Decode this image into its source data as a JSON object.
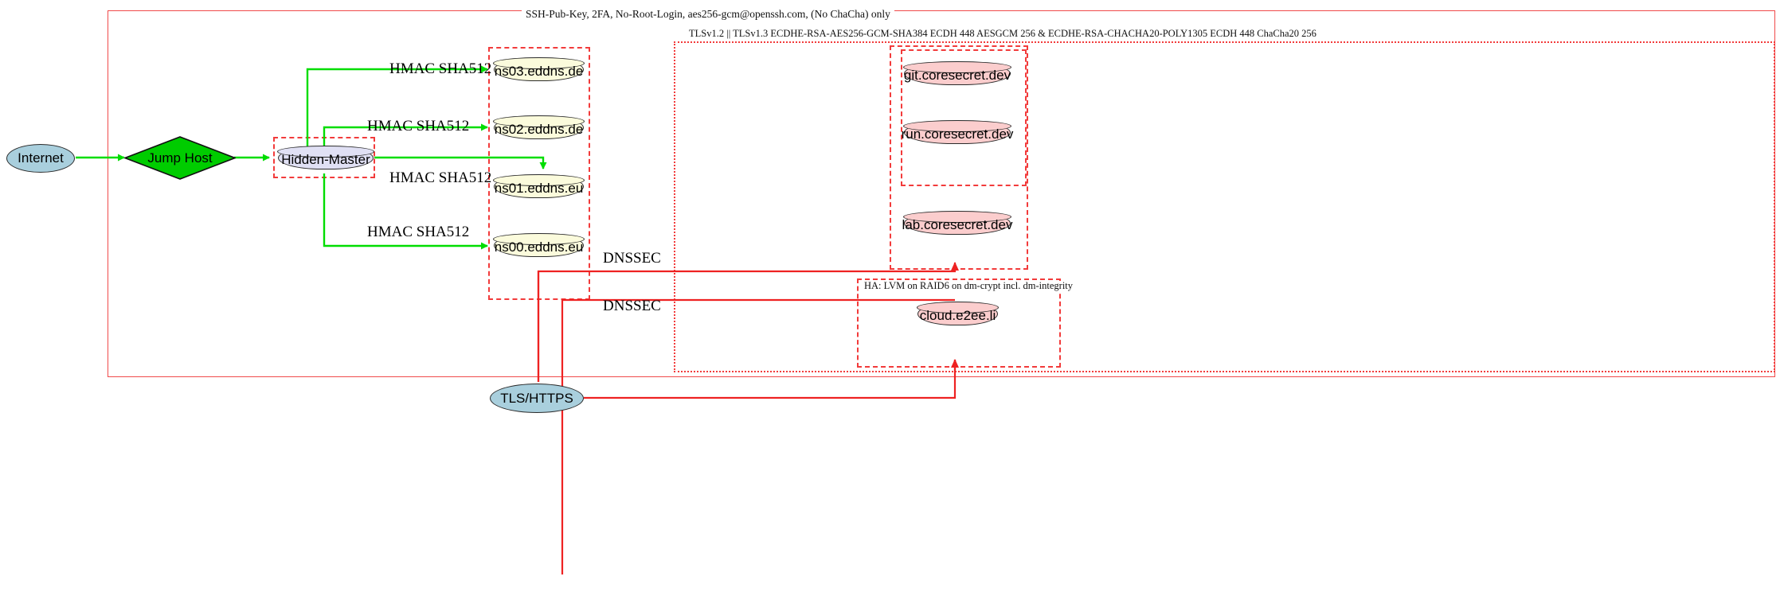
{
  "diagram": {
    "title": "Secure DNS and service hosting topology",
    "colors": {
      "boundary_red": "#f04a4a",
      "cluster_dashed_red": "#f23b3b",
      "dns_node_fill": "#fbfbdc",
      "host_node_fill": "#e0e0f4",
      "service_node_fill": "#fbcdcd",
      "internet_fill": "#a9cfdd",
      "jumphost_fill": "#00cc00",
      "secure_edge_green": "#00dd00",
      "dnssec_edge_red": "#ee2222"
    }
  },
  "clusters": {
    "ssh_boundary": {
      "caption": "SSH-Pub-Key, 2FA, No-Root-Login, aes256-gcm@openssh.com, (No ChaCha) only"
    },
    "tls_boundary": {
      "caption": "TLSv1.2 || TLSv1.3 ECDHE-RSA-AES256-GCM-SHA384 ECDH 448 AESGCM 256 & ECDHE-RSA-CHACHA20-POLY1305 ECDH 448 ChaCha20 256"
    },
    "ha_boundary": {
      "caption": "HA: LVM on RAID6 on dm-crypt incl. dm-integrity"
    },
    "hidden_master_box": {
      "caption": ""
    },
    "dns_box": {
      "caption": ""
    },
    "coresecret_box": {
      "caption": ""
    },
    "git_run_box": {
      "caption": ""
    }
  },
  "nodes": {
    "internet": {
      "label": "Internet",
      "shape": "ellipse"
    },
    "jump_host": {
      "label": "Jump Host",
      "shape": "diamond"
    },
    "hidden_master": {
      "label": "Hidden-Master",
      "shape": "cylinder"
    },
    "ns03": {
      "label": "ns03.eddns.de",
      "shape": "cylinder"
    },
    "ns02": {
      "label": "ns02.eddns.de",
      "shape": "cylinder"
    },
    "ns01": {
      "label": "ns01.eddns.eu",
      "shape": "cylinder"
    },
    "ns00": {
      "label": "ns00.eddns.eu",
      "shape": "cylinder"
    },
    "git": {
      "label": "git.coresecret.dev",
      "shape": "cylinder"
    },
    "run": {
      "label": "run.coresecret.dev",
      "shape": "cylinder"
    },
    "lab": {
      "label": "lab.coresecret.dev",
      "shape": "cylinder"
    },
    "cloud": {
      "label": "cloud.e2ee.li",
      "shape": "cylinder"
    },
    "tls_https": {
      "label": "TLS/HTTPS",
      "shape": "ellipse"
    }
  },
  "edge_labels": {
    "hmac_ns03": "HMAC SHA512",
    "hmac_ns02": "HMAC SHA512",
    "hmac_ns01": "HMAC SHA512",
    "hmac_ns00": "HMAC SHA512",
    "dnssec_top": "DNSSEC",
    "dnssec_bottom": "DNSSEC"
  }
}
